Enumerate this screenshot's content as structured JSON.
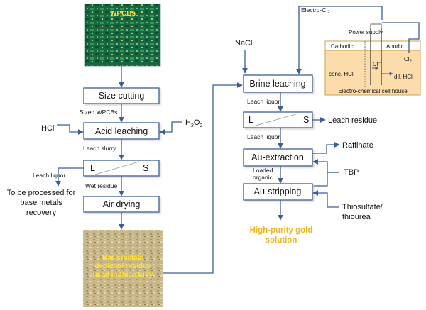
{
  "left_column": {
    "photo_top_label": "WPCBs",
    "boxes": {
      "size_cutting": "Size cutting",
      "acid_leaching": "Acid leaching",
      "air_drying": "Air drying"
    },
    "separator": {
      "left": "L",
      "right": "S"
    },
    "labels": {
      "sized_wpcbs": "Sized WPCBs",
      "hcl": "HCl",
      "h2o2": "H",
      "h2o2_sub": "2",
      "h2o2_tail": "O",
      "h2o2_sub2": "2",
      "leach_slurry": "Leach slurry",
      "leach_liquor": "Leach liquor",
      "wet_residue": "Wet residue",
      "base_metals_line1": "To be processed for",
      "base_metals_line2": "base metals",
      "base_metals_line3": "recovery"
    },
    "photo_bottom_label": [
      "Base metals",
      "depleted residue",
      "used in this study"
    ]
  },
  "right_column": {
    "boxes": {
      "brine_leaching": "Brine leaching",
      "au_extraction": "Au-extraction",
      "au_stripping": "Au-stripping"
    },
    "separator": {
      "left": "L",
      "right": "S"
    },
    "labels": {
      "nacl": "NaCl",
      "electro_cl2": "Electro-Cl",
      "electro_cl2_sub": "2",
      "leach_liquor_1": "Leach liquor",
      "leach_liquor_2": "Leach liquor",
      "leach_residue": "Leach residue",
      "raffinate": "Raffinate",
      "loaded_organic_1": "Loaded",
      "loaded_organic_2": "organic",
      "tbp": "TBP",
      "thiosulfate": "Thiosulfate/",
      "thiourea": "thiourea"
    },
    "product": [
      "High-purity gold",
      "solution"
    ]
  },
  "cell": {
    "power_supply": "Power supply",
    "cathodic": "Cathodic",
    "anodic": "Anodic",
    "cl2": "Cl",
    "cl2_sub": "2",
    "cl_minus": "Cl",
    "cl_minus_sup": "−",
    "conc_hcl": "conc. HCl",
    "dil_hcl": "dil. HCl",
    "caption": "Electro-chemical cell house"
  },
  "colors": {
    "box_stroke": "#3b5f92",
    "arrow": "#3b5f92",
    "cell_fill": "#fbdcaa",
    "cell_border": "#c9a24a",
    "pcb_green": "#1d7a4c",
    "residue_tan": "#c9b98d",
    "photo_label": "#ffe23a",
    "gold_text": "#f0b41c"
  }
}
